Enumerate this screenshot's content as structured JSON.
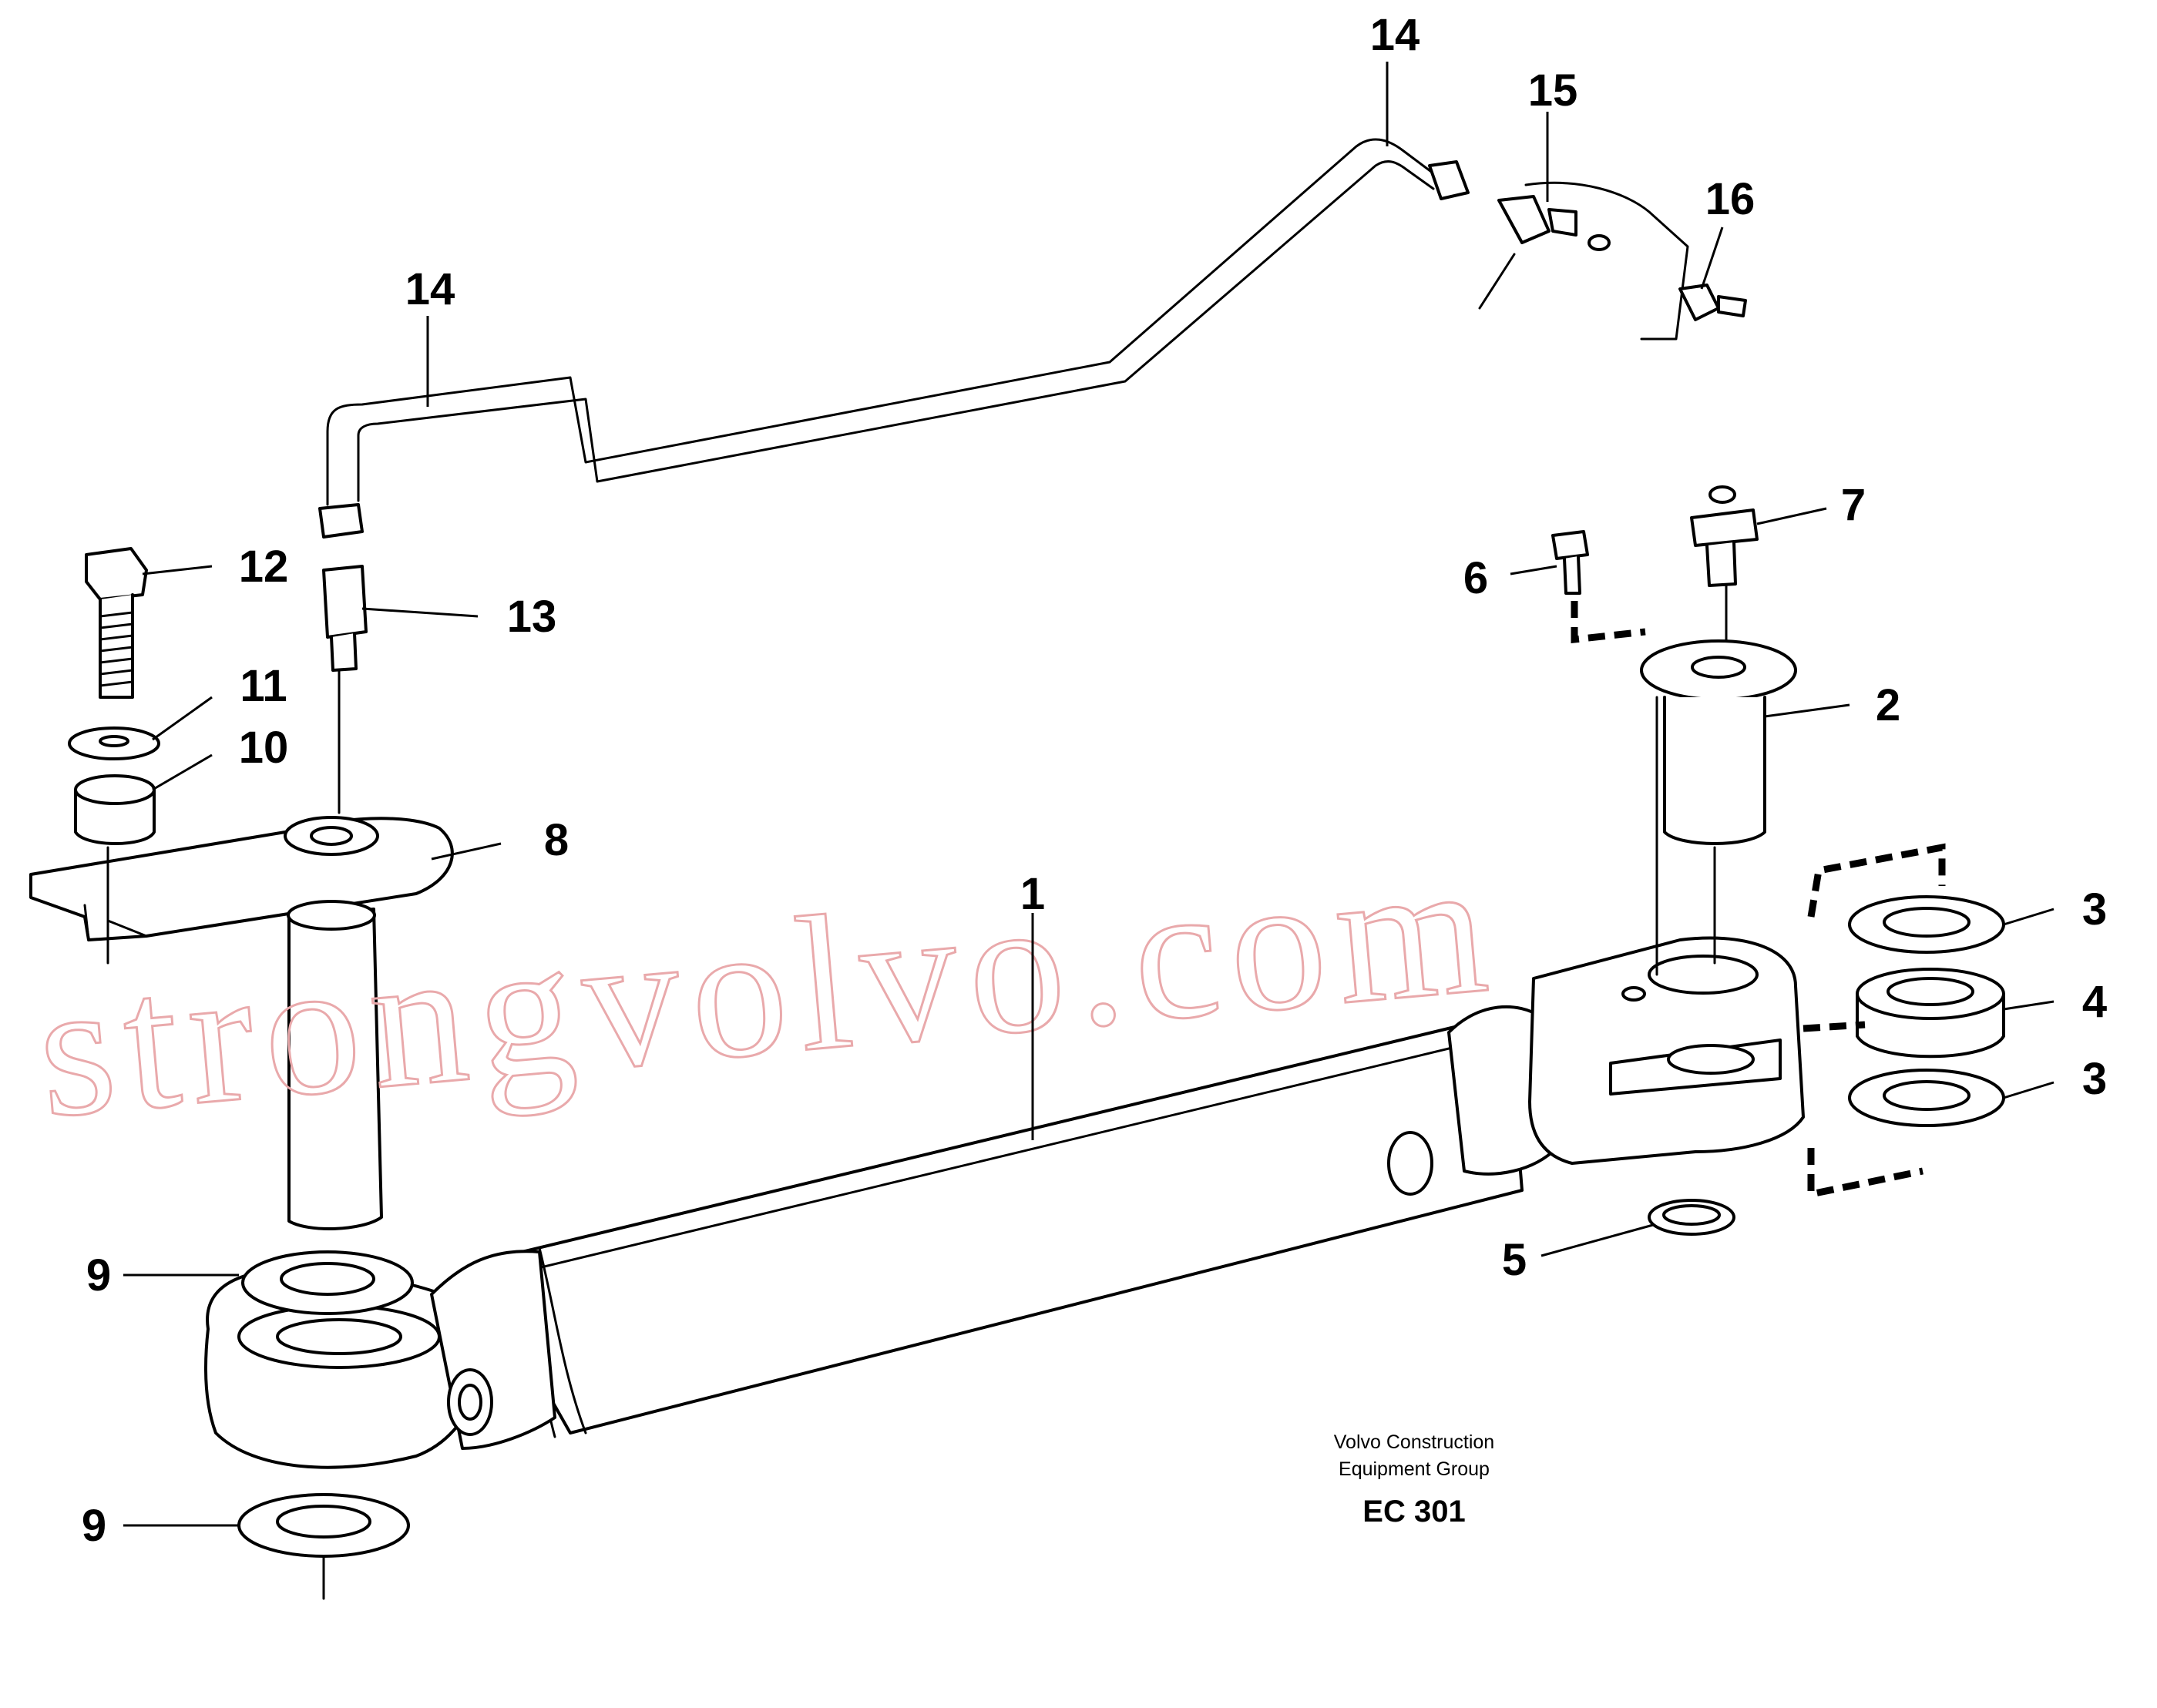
{
  "callouts": [
    {
      "id": "c1",
      "text": "1"
    },
    {
      "id": "c2",
      "text": "2"
    },
    {
      "id": "c3a",
      "text": "3"
    },
    {
      "id": "c3b",
      "text": "3"
    },
    {
      "id": "c4",
      "text": "4"
    },
    {
      "id": "c5",
      "text": "5"
    },
    {
      "id": "c6",
      "text": "6"
    },
    {
      "id": "c7",
      "text": "7"
    },
    {
      "id": "c8",
      "text": "8"
    },
    {
      "id": "c9a",
      "text": "9"
    },
    {
      "id": "c9b",
      "text": "9"
    },
    {
      "id": "c10",
      "text": "10"
    },
    {
      "id": "c11",
      "text": "11"
    },
    {
      "id": "c12",
      "text": "12"
    },
    {
      "id": "c13",
      "text": "13"
    },
    {
      "id": "c14a",
      "text": "14"
    },
    {
      "id": "c14b",
      "text": "14"
    },
    {
      "id": "c15",
      "text": "15"
    },
    {
      "id": "c16",
      "text": "16"
    }
  ],
  "credit": {
    "line1": "Volvo Construction",
    "line2": "Equipment Group",
    "code": "EC 301"
  },
  "watermark": "strongvolvo.com",
  "colors": {
    "ink": "#000000",
    "paper": "#ffffff",
    "watermark": "#e9a9ab"
  }
}
